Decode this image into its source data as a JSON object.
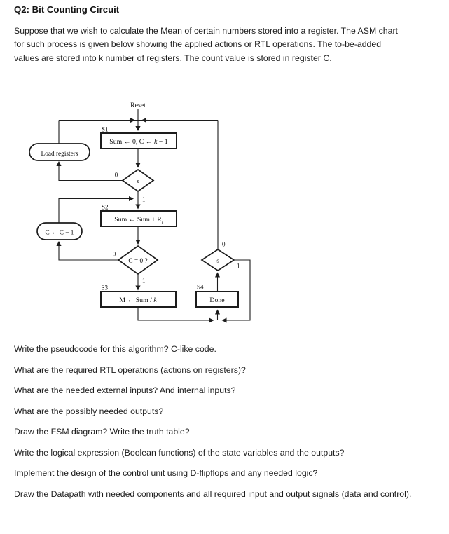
{
  "page": {
    "title": "Q2: Bit Counting Circuit",
    "intro": "Suppose that we wish to calculate the Mean of certain numbers stored into a register. The ASM chart for such process is given below showing the applied actions or RTL operations. The to-be-added values are stored into k number of registers. The count value is stored in register C."
  },
  "diagram": {
    "reset_label": "Reset",
    "s1": {
      "label": "S1",
      "action_pre": "Sum ← 0, C ← ",
      "action_var": "k",
      "action_post": " − 1"
    },
    "s2": {
      "label": "S2",
      "action_pre": "Sum ← Sum + R",
      "action_sub": "j"
    },
    "s3": {
      "label": "S3",
      "action_pre": "M ← Sum / ",
      "action_var": "k"
    },
    "s4": {
      "label": "S4",
      "action": "Done"
    },
    "oval_load": {
      "text": "Load registers"
    },
    "oval_dec": {
      "text": "C ← C − 1"
    },
    "d1": {
      "text": "s",
      "zero": "0",
      "one": "1"
    },
    "d2": {
      "text": "C = 0 ?",
      "zero": "0",
      "one": "1"
    },
    "d3": {
      "text": "s",
      "zero": "0",
      "one": "1"
    }
  },
  "questions": [
    "Write the pseudocode for this algorithm? C-like code.",
    "What are the required RTL operations (actions on registers)?",
    "What are the needed external inputs? And internal inputs?",
    "What are the possibly needed outputs?",
    "Draw the FSM diagram? Write the truth table?",
    "Write the logical expression (Boolean functions) of the state variables and the outputs?",
    "Implement the design of the control unit using D-flipflops and any needed logic?",
    "Draw the Datapath with needed components and all required input and output signals (data and control)."
  ]
}
